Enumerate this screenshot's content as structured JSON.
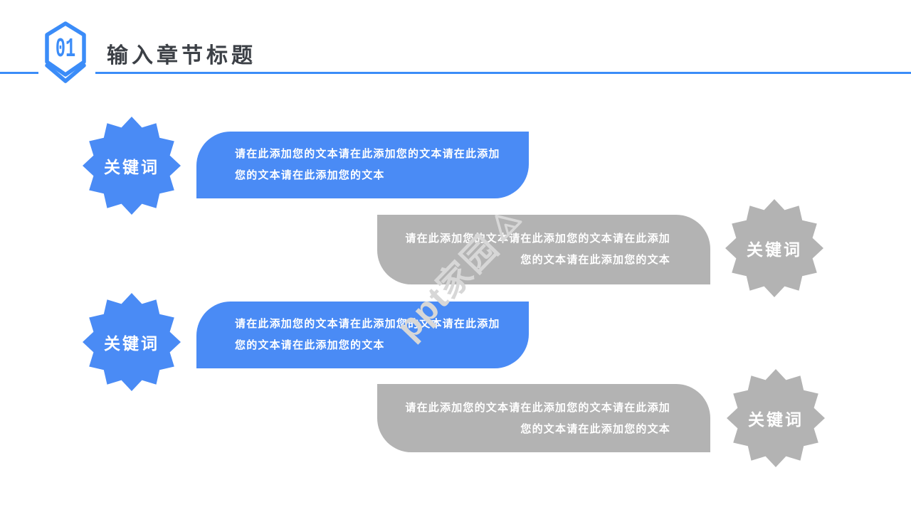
{
  "header": {
    "number": "01",
    "title": "输入章节标题"
  },
  "colors": {
    "accent": "#3b8cf8",
    "blue": "#4a8bf5",
    "gray": "#b3b3b3",
    "title_text": "#3c4046",
    "box_text": "#ffffff",
    "watermark": "#d7d7d7"
  },
  "watermark": {
    "text": "ppt家园"
  },
  "items": [
    {
      "keyword": "关键词",
      "style": "blue",
      "lines": [
        "请在此添加您的文本请在此添加您的文本请在此添加",
        "您的文本请在此添加您的文本"
      ]
    },
    {
      "keyword": "关键词",
      "style": "gray",
      "lines": [
        "请在此添加您的文本请在此添加您的文本请在此添加",
        "您的文本请在此添加您的文本"
      ]
    },
    {
      "keyword": "关键词",
      "style": "blue",
      "lines": [
        "请在此添加您的文本请在此添加您的文本请在此添加",
        "您的文本请在此添加您的文本"
      ]
    },
    {
      "keyword": "关键词",
      "style": "gray",
      "lines": [
        "请在此添加您的文本请在此添加您的文本请在此添加",
        "您的文本请在此添加您的文本"
      ]
    }
  ]
}
